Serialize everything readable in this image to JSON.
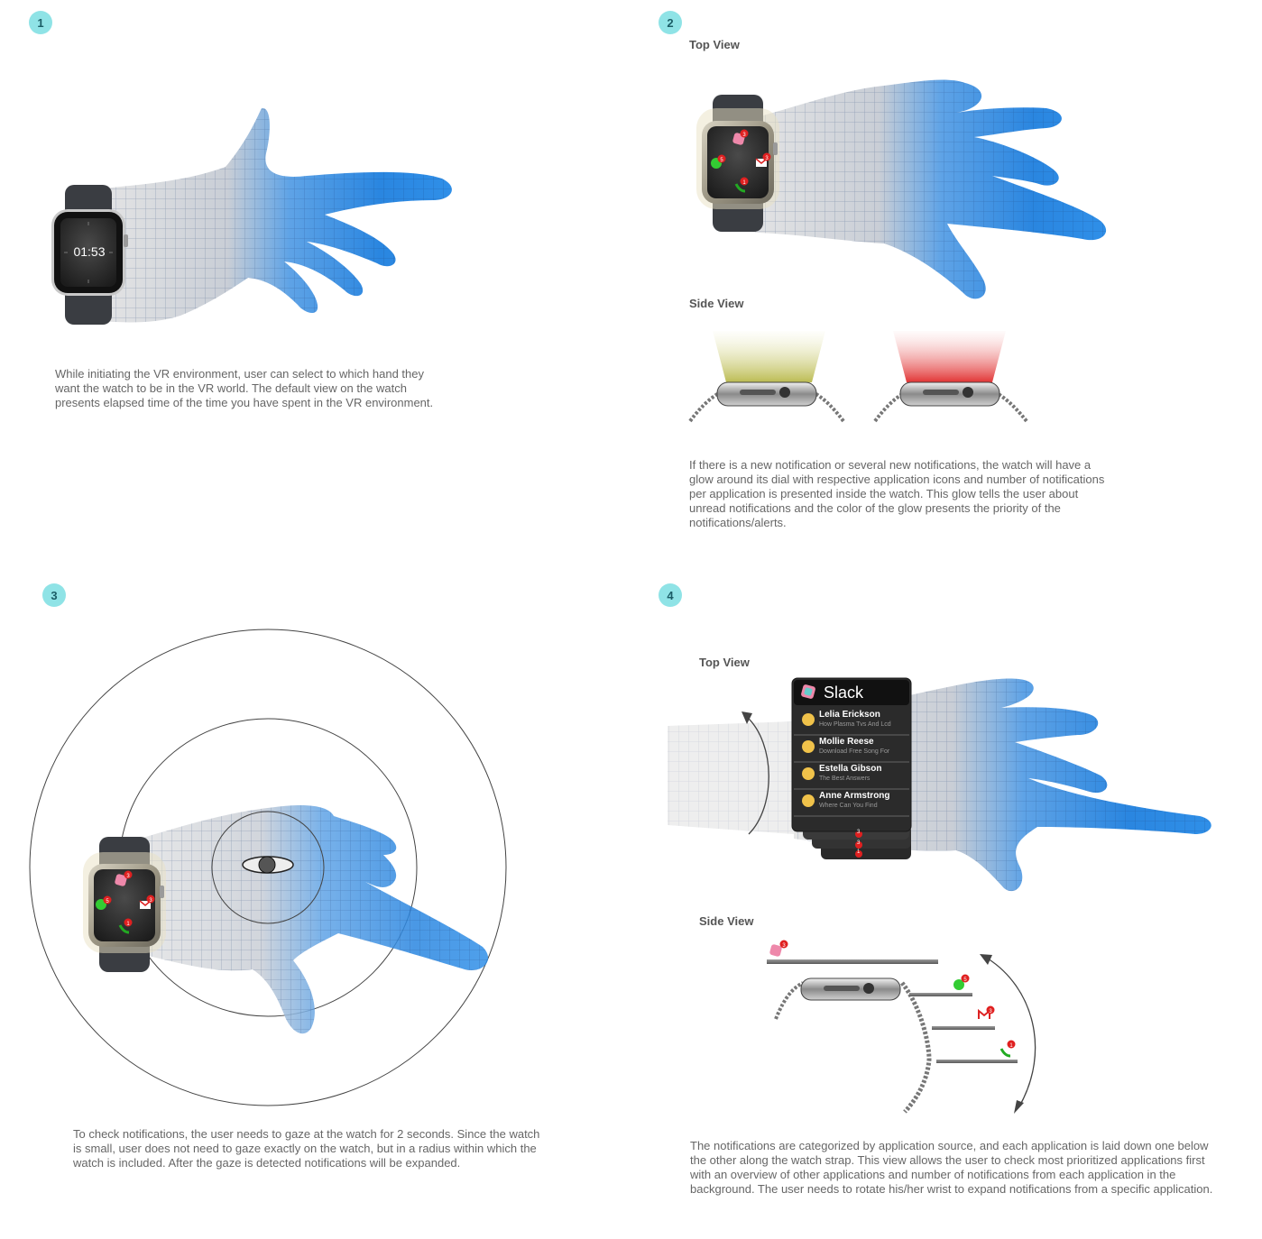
{
  "panels": [
    {
      "number": "1",
      "watch_time": "01:53",
      "description": "While initiating the VR environment, user can select to which hand they want the watch to be in the VR world. The default view on the watch presents elapsed time of the time you have spent in the VR environment."
    },
    {
      "number": "2",
      "top_view_label": "Top View",
      "side_view_label": "Side View",
      "notification_counts": {
        "slack": "3",
        "whatsapp": "5",
        "gmail": "3",
        "phone": "1"
      },
      "glow_colors": {
        "left": "#c8c86e",
        "right": "#e23a3a"
      },
      "description": "If there is a new notification or several new notifications, the watch will have a glow around its dial with respective application icons and number of notifications per application is presented inside the watch. This glow tells the user about unread notifications and the color of the glow presents the priority of the notifications/alerts."
    },
    {
      "number": "3",
      "notification_counts": {
        "slack": "3",
        "whatsapp": "5",
        "gmail": "3",
        "phone": "1"
      },
      "description": "To check notifications, the user needs to gaze at the watch for 2 seconds. Since the watch is small, user does not need to gaze exactly on the watch, but in a radius within which the watch is included. After the gaze is detected notifications will be expanded."
    },
    {
      "number": "4",
      "top_view_label": "Top View",
      "side_view_label": "Side View",
      "app_title": "Slack",
      "messages": [
        {
          "name": "Lelia Erickson",
          "preview": "How Plasma Tvs And Lcd"
        },
        {
          "name": "Mollie Reese",
          "preview": "Download Free Song For"
        },
        {
          "name": "Estella Gibson",
          "preview": "The Best Answers"
        },
        {
          "name": "Anne Armstrong",
          "preview": "Where Can You Find"
        }
      ],
      "stack_counts": [
        "3",
        "3",
        "1"
      ],
      "side_counts": {
        "slack": "3",
        "whatsapp": "5",
        "gmail": "3",
        "phone": "1"
      },
      "description": "The notifications are categorized by application source, and each application is laid down one below the other along the watch strap. This view allows the user to check most prioritized applications first with an overview of other applications and number of notifications from each application in the background. The user needs to rotate his/her wrist to expand notifications from a specific application."
    }
  ],
  "colors": {
    "badge": "#8fe3e6",
    "hand_blue": "#2a86e0",
    "hand_grey": "#d8d8d8",
    "notification_red": "#e02020"
  }
}
